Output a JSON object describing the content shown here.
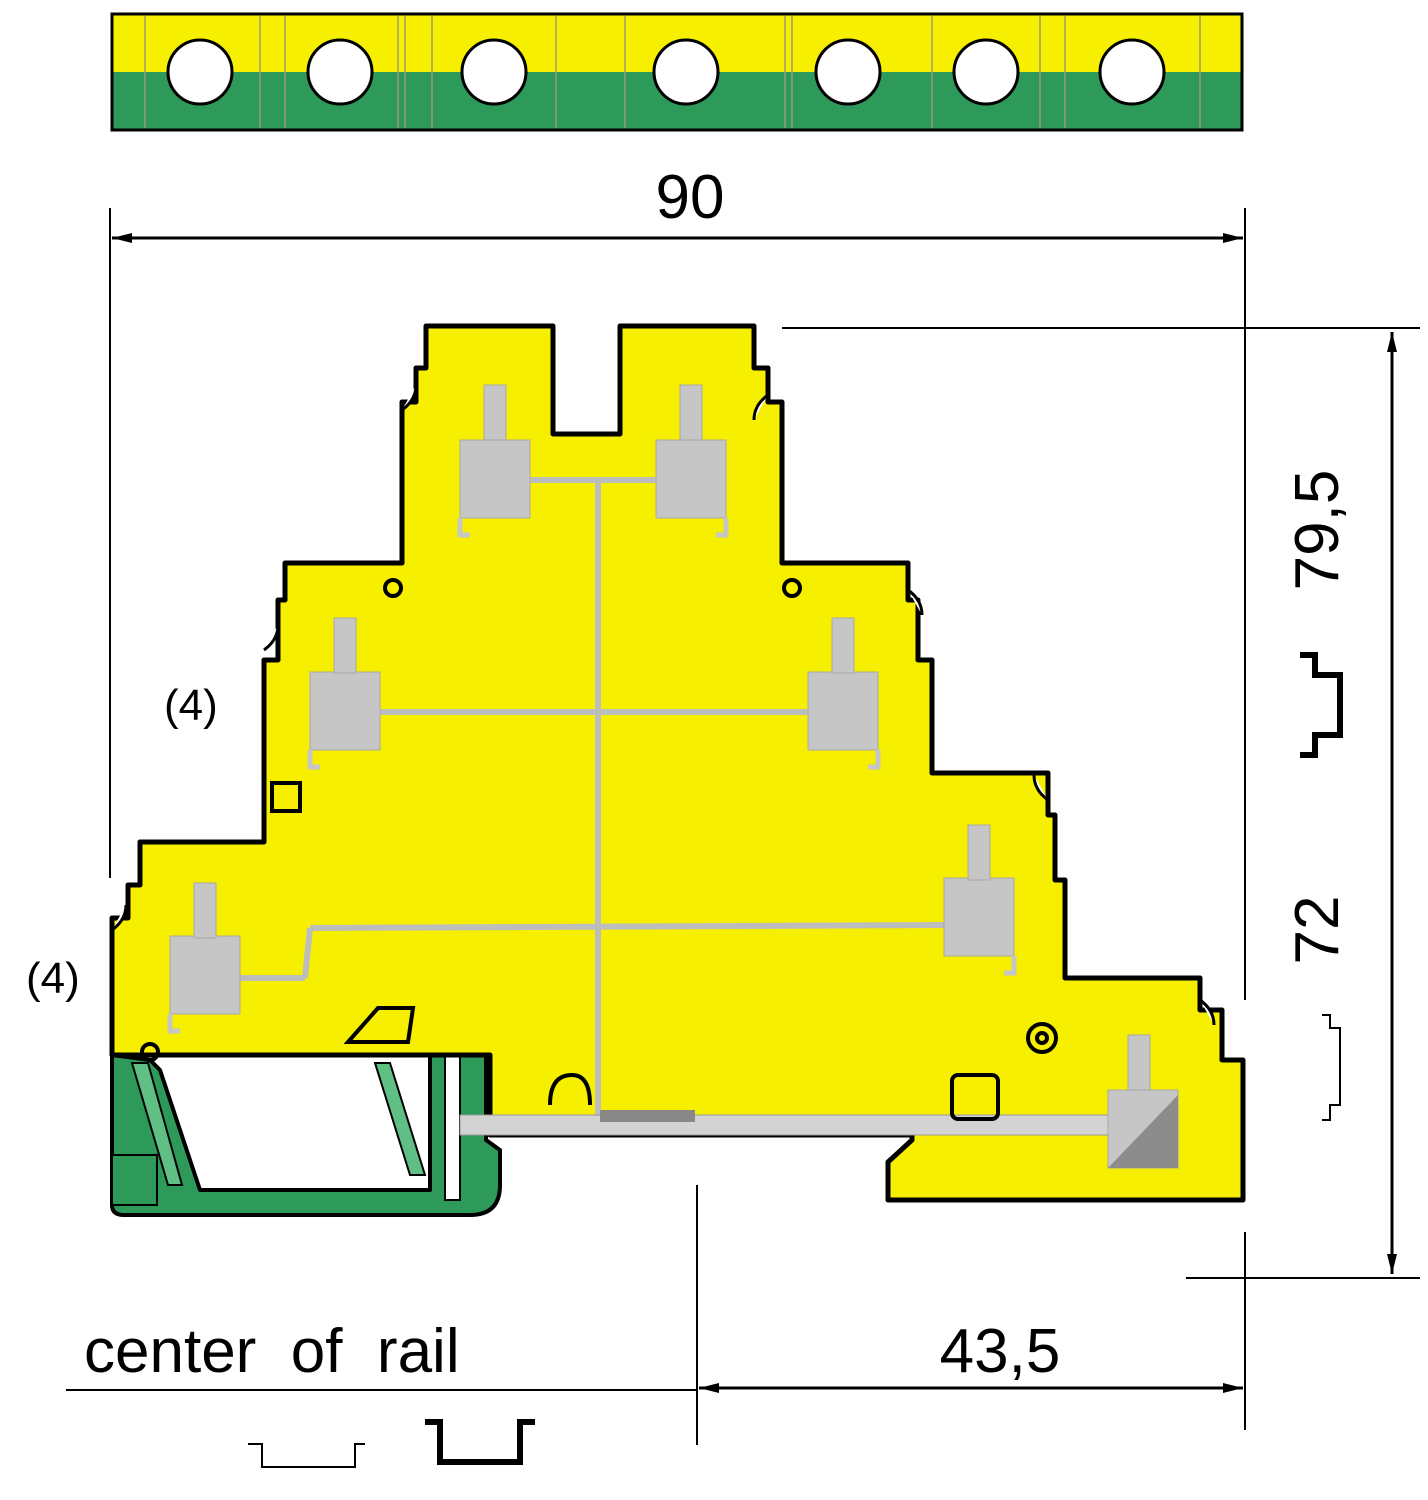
{
  "dimensions": {
    "total_width": "90",
    "height_top_hat": "79,5",
    "height_g_rail": "72",
    "rail_center_offset": "43,5"
  },
  "labels": {
    "center_of_rail": "center  of  rail",
    "upper_terminal_note": "(4)",
    "lower_terminal_note": "(4)"
  },
  "rail_symbols": [
    "top-hat-rail-icon",
    "g-rail-icon"
  ],
  "colors": {
    "yellow": "#f6ef00",
    "green": "#2e9a5a",
    "clamp_gray": "#c6c6c6",
    "outline": "#000000"
  }
}
